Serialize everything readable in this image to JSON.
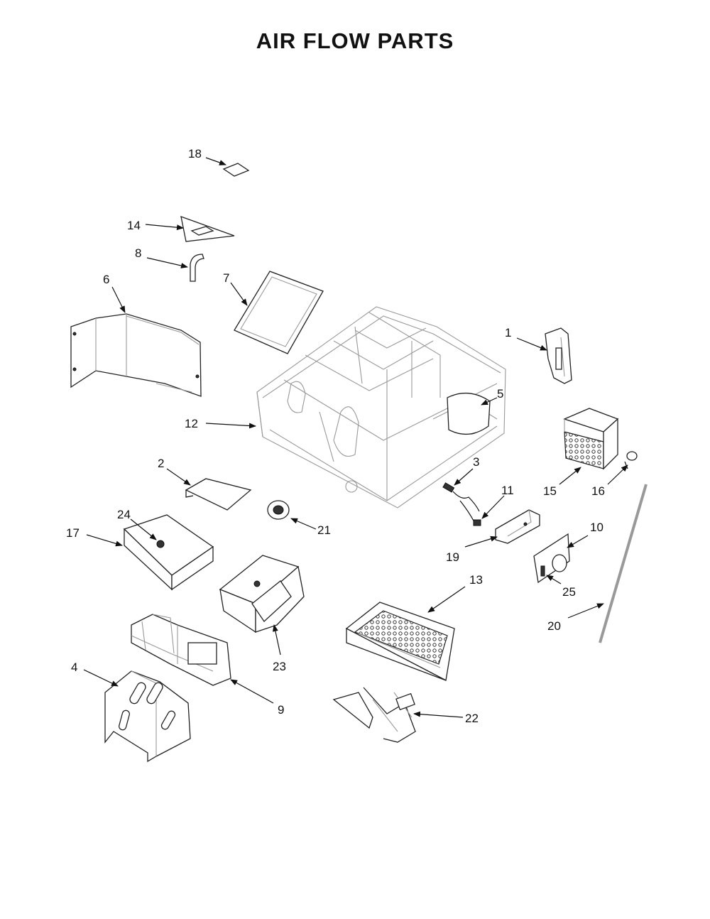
{
  "title": "AIR FLOW PARTS",
  "callouts": [
    "18",
    "14",
    "8",
    "6",
    "7",
    "1",
    "5",
    "12",
    "2",
    "3",
    "11",
    "15",
    "16",
    "24",
    "17",
    "21",
    "10",
    "19",
    "25",
    "13",
    "20",
    "23",
    "4",
    "9",
    "22"
  ]
}
